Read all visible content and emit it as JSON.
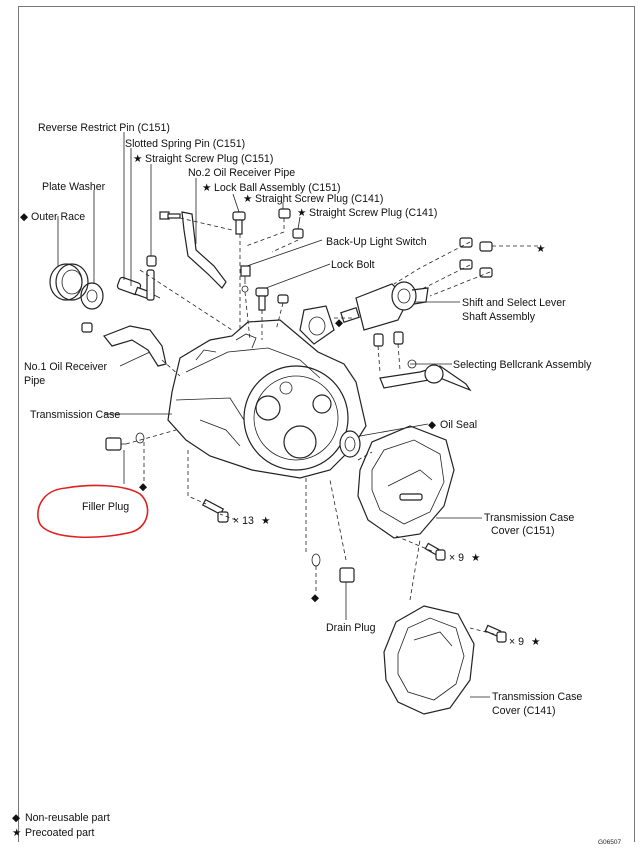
{
  "labels": {
    "reverse_restrict_pin": "Reverse Restrict Pin (C151)",
    "slotted_spring_pin": "Slotted Spring Pin (C151)",
    "straight_screw_plug_c151": "Straight Screw Plug (C151)",
    "no2_oil_receiver_pipe": "No.2 Oil Receiver Pipe",
    "lock_ball_assembly": "Lock Ball Assembly (C151)",
    "straight_screw_plug_c141_a": "Straight Screw Plug (C141)",
    "straight_screw_plug_c141_b": "Straight Screw Plug (C141)",
    "plate_washer": "Plate Washer",
    "outer_race": "Outer Race",
    "back_up_light_switch": "Back-Up Light Switch",
    "lock_bolt": "Lock Bolt",
    "shift_select_line1": "Shift and Select Lever",
    "shift_select_line2": "Shaft Assembly",
    "no1_oil_receiver_line1": "No.1 Oil Receiver",
    "no1_oil_receiver_line2": "Pipe",
    "selecting_bellcrank": "Selecting Bellcrank Assembly",
    "transmission_case": "Transmission Case",
    "oil_seal": "Oil Seal",
    "filler_plug": "Filler Plug",
    "case_cover_c151_line1": "Transmission Case",
    "case_cover_c151_line2": "Cover (C151)",
    "drain_plug": "Drain Plug",
    "case_cover_c141_line1": "Transmission Case",
    "case_cover_c141_line2": "Cover (C141)"
  },
  "quantities": {
    "bolts_13": "× 13",
    "bolts_9_a": "× 9",
    "bolts_9_b": "× 9"
  },
  "legend": {
    "non_reusable": "Non-reusable part",
    "precoated": "Precoated part"
  },
  "symbols": {
    "diamond": "◆",
    "star": "★"
  },
  "figure_code": "G06507",
  "colors": {
    "ink": "#111111",
    "highlight": "#e02020",
    "background": "#ffffff"
  }
}
